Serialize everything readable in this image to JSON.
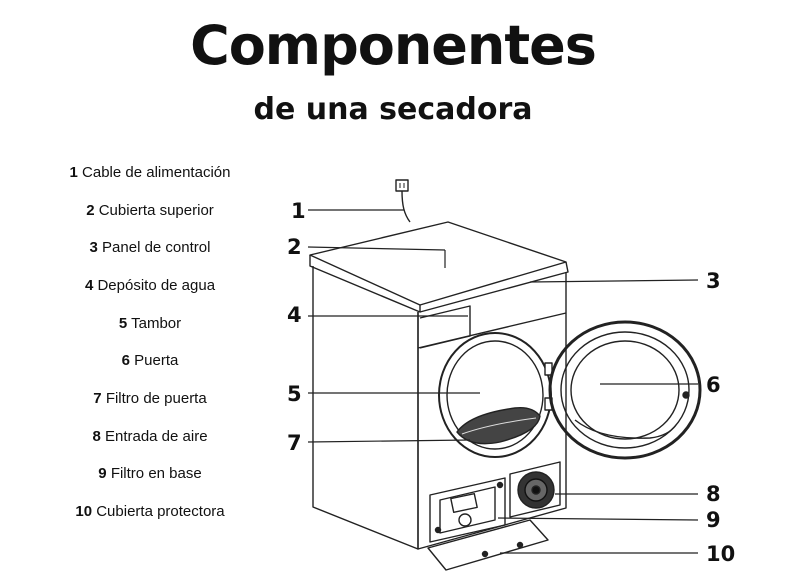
{
  "title": "Componentes",
  "subtitle": "de una secadora",
  "legend": [
    {
      "num": "1",
      "label": "Cable de alimentación"
    },
    {
      "num": "2",
      "label": "Cubierta superior"
    },
    {
      "num": "3",
      "label": "Panel de control"
    },
    {
      "num": "4",
      "label": "Depósito de agua"
    },
    {
      "num": "5",
      "label": "Tambor"
    },
    {
      "num": "6",
      "label": "Puerta"
    },
    {
      "num": "7",
      "label": "Filtro de puerta"
    },
    {
      "num": "8",
      "label": "Entrada de aire"
    },
    {
      "num": "9",
      "label": "Filtro en base"
    },
    {
      "num": "10",
      "label": "Cubierta protectora"
    }
  ],
  "callouts": [
    "1",
    "2",
    "3",
    "4",
    "5",
    "6",
    "7",
    "8",
    "9",
    "10"
  ]
}
